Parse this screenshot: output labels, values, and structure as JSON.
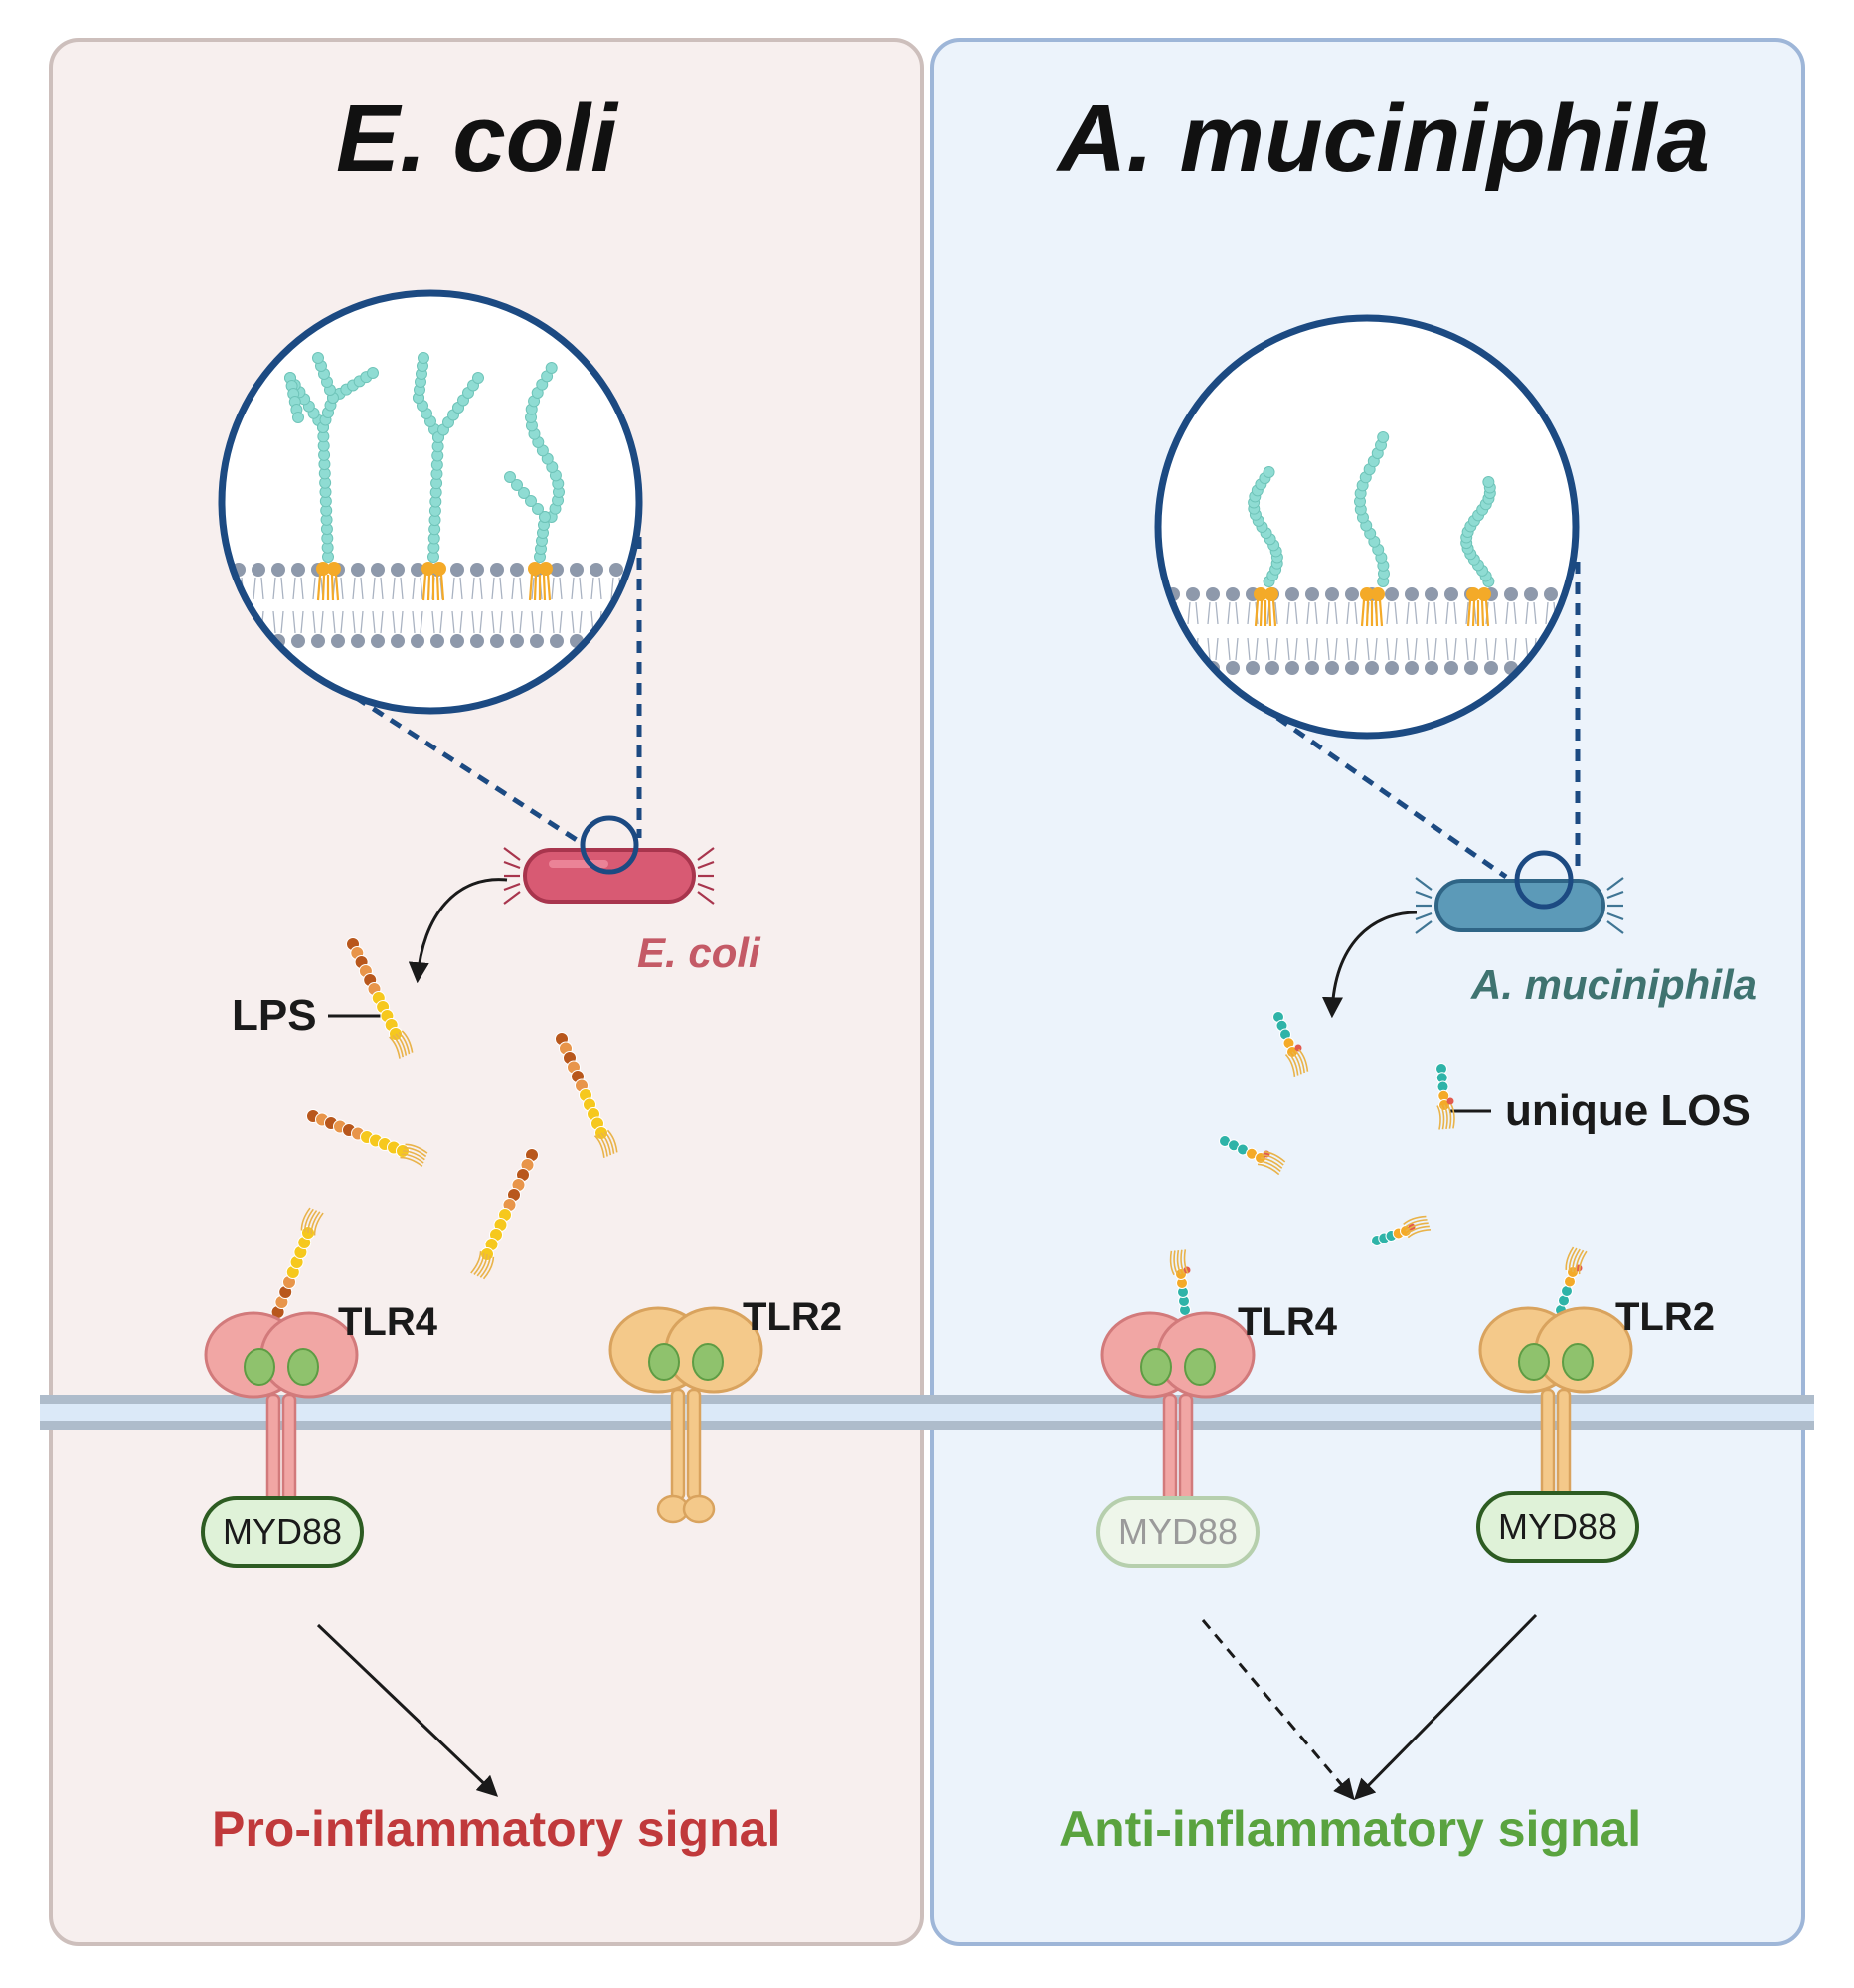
{
  "left_panel": {
    "title": "E. coli",
    "bacterium_label": "E. coli",
    "molecule_label": "LPS",
    "receptor_1": "TLR4",
    "receptor_2": "TLR2",
    "adaptor": "MYD88",
    "signal": "Pro-inflammatory signal"
  },
  "right_panel": {
    "title": "A. muciniphila",
    "bacterium_label": "A. muciniphila",
    "molecule_label": "unique LOS",
    "receptor_1": "TLR4",
    "receptor_2": "TLR2",
    "adaptor_1": "MYD88",
    "adaptor_2": "MYD88",
    "signal": "Anti-inflammatory signal"
  },
  "colors": {
    "pro_inflammatory": "#c0393b",
    "anti_inflammatory": "#5aa33f",
    "ecoli_label": "#c45a66",
    "akk_label": "#3f7370",
    "zoom_circle": "#1c4a82",
    "glycan_chain": "#8fdcd3",
    "lipid_anchor": "#f4aa28"
  }
}
